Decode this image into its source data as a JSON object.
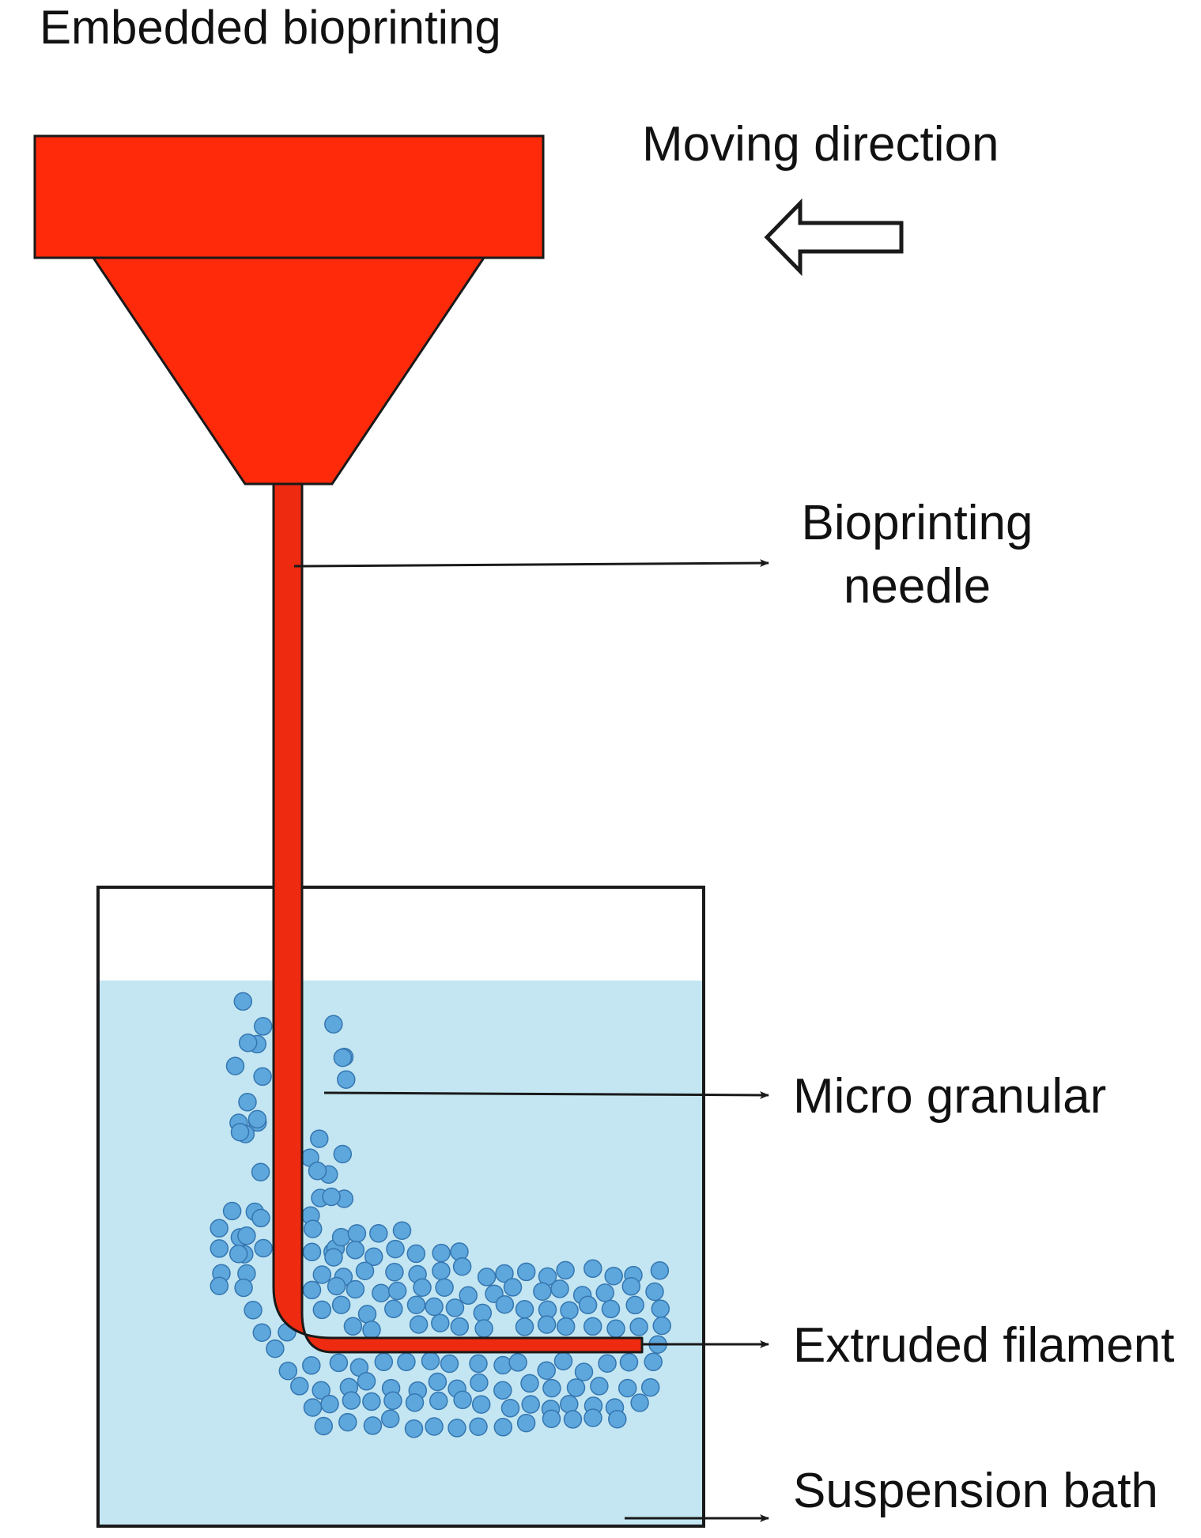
{
  "title": "Embedded bioprinting",
  "moving_direction": {
    "label": "Moving direction",
    "arrow_icon": "hollow-left-arrow"
  },
  "labels": {
    "needle_line1": "Bioprinting",
    "needle_line2": "needle",
    "granular": "Micro granular",
    "filament": "Extruded filament",
    "bath": "Suspension bath"
  },
  "colors": {
    "printhead": "#ff2a0a",
    "needle": "#ee2a10",
    "bath_liquid": "#c3e6f2",
    "granule": "#5ea7dd",
    "granule_stroke": "#3576b0",
    "outline": "#1a1a1a"
  }
}
